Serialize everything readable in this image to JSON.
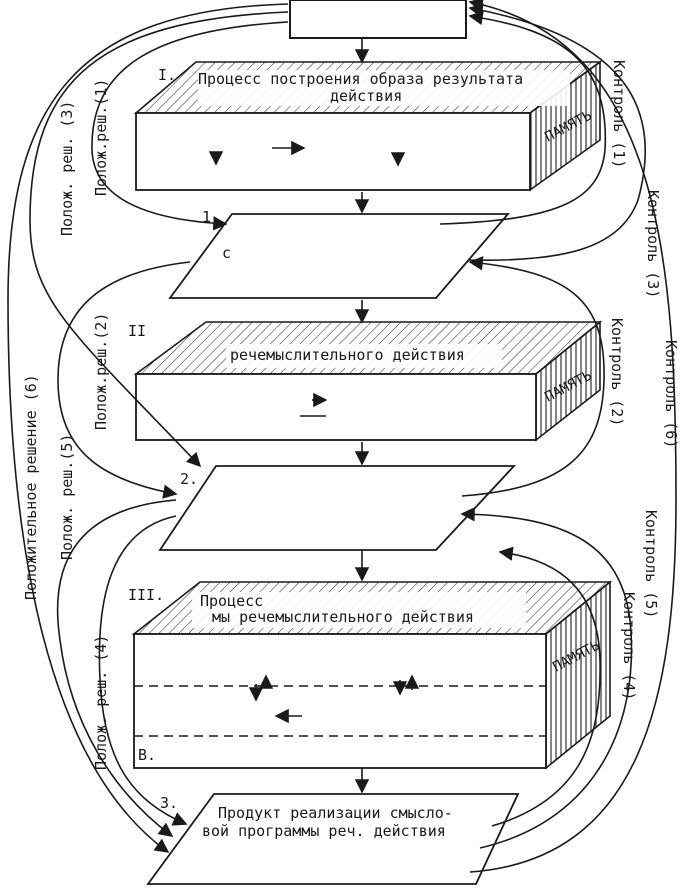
{
  "blocks": [
    {
      "numeral": "I.",
      "title_line1": "Процесс построения образа результата",
      "title_line2": "действия",
      "memory": "ПАМЯТЬ"
    },
    {
      "numeral": "II",
      "title_line1": "речемыслительного действия",
      "title_line2": "",
      "memory": "ПАМЯТЬ"
    },
    {
      "numeral": "III.",
      "title_line1": "Процесс",
      "title_line2": "мы речемыслительного действия",
      "memory": "ПАМЯТЬ",
      "inner_label": "В."
    }
  ],
  "planes": [
    {
      "number": "1.",
      "inner": "с"
    },
    {
      "number": "2.",
      "inner": ""
    },
    {
      "number": "3.",
      "line1": "Продукт реализации смысло-",
      "line2": "вой программы реч. действия"
    }
  ],
  "left_labels": [
    "Полож.реш.(1)",
    "Полож. реш. (3)",
    "Полож.реш.(2)",
    "Полож. реш.(5)",
    "Полож. реш. (4)",
    "Положительное решение (6)"
  ],
  "right_labels": [
    "Контроль (1)",
    "Контроль (3)",
    "Контроль (2)",
    "Контроль (6)",
    "Контроль (5)",
    "Контроль (4)"
  ]
}
